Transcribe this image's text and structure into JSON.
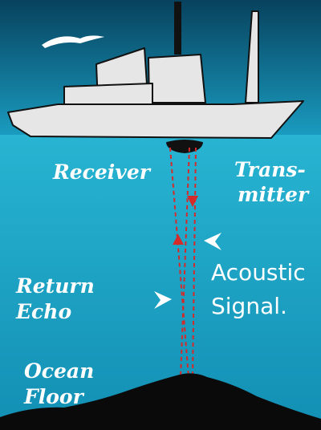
{
  "labels": {
    "receiver": "Receiver",
    "transmitter_line1": "Trans-",
    "transmitter_line2": "mitter",
    "return_echo_line1": "Return",
    "return_echo_line2": "Echo",
    "acoustic_signal_line1": "Acoustic",
    "acoustic_signal_line2": "Signal.",
    "ocean_floor_line1": "Ocean",
    "ocean_floor_line2": "Floor"
  },
  "colors": {
    "sky": "#0e5a78",
    "water": "#1aa8c8",
    "ship_hull": "#e6e6e6",
    "ship_outline": "#111111",
    "signal": "#d42a2a",
    "seafloor": "#0a0a0a",
    "text": "#ffffff"
  },
  "icons": [
    "bird-icon",
    "ship-icon",
    "arrow-left-icon",
    "arrow-right-icon"
  ]
}
